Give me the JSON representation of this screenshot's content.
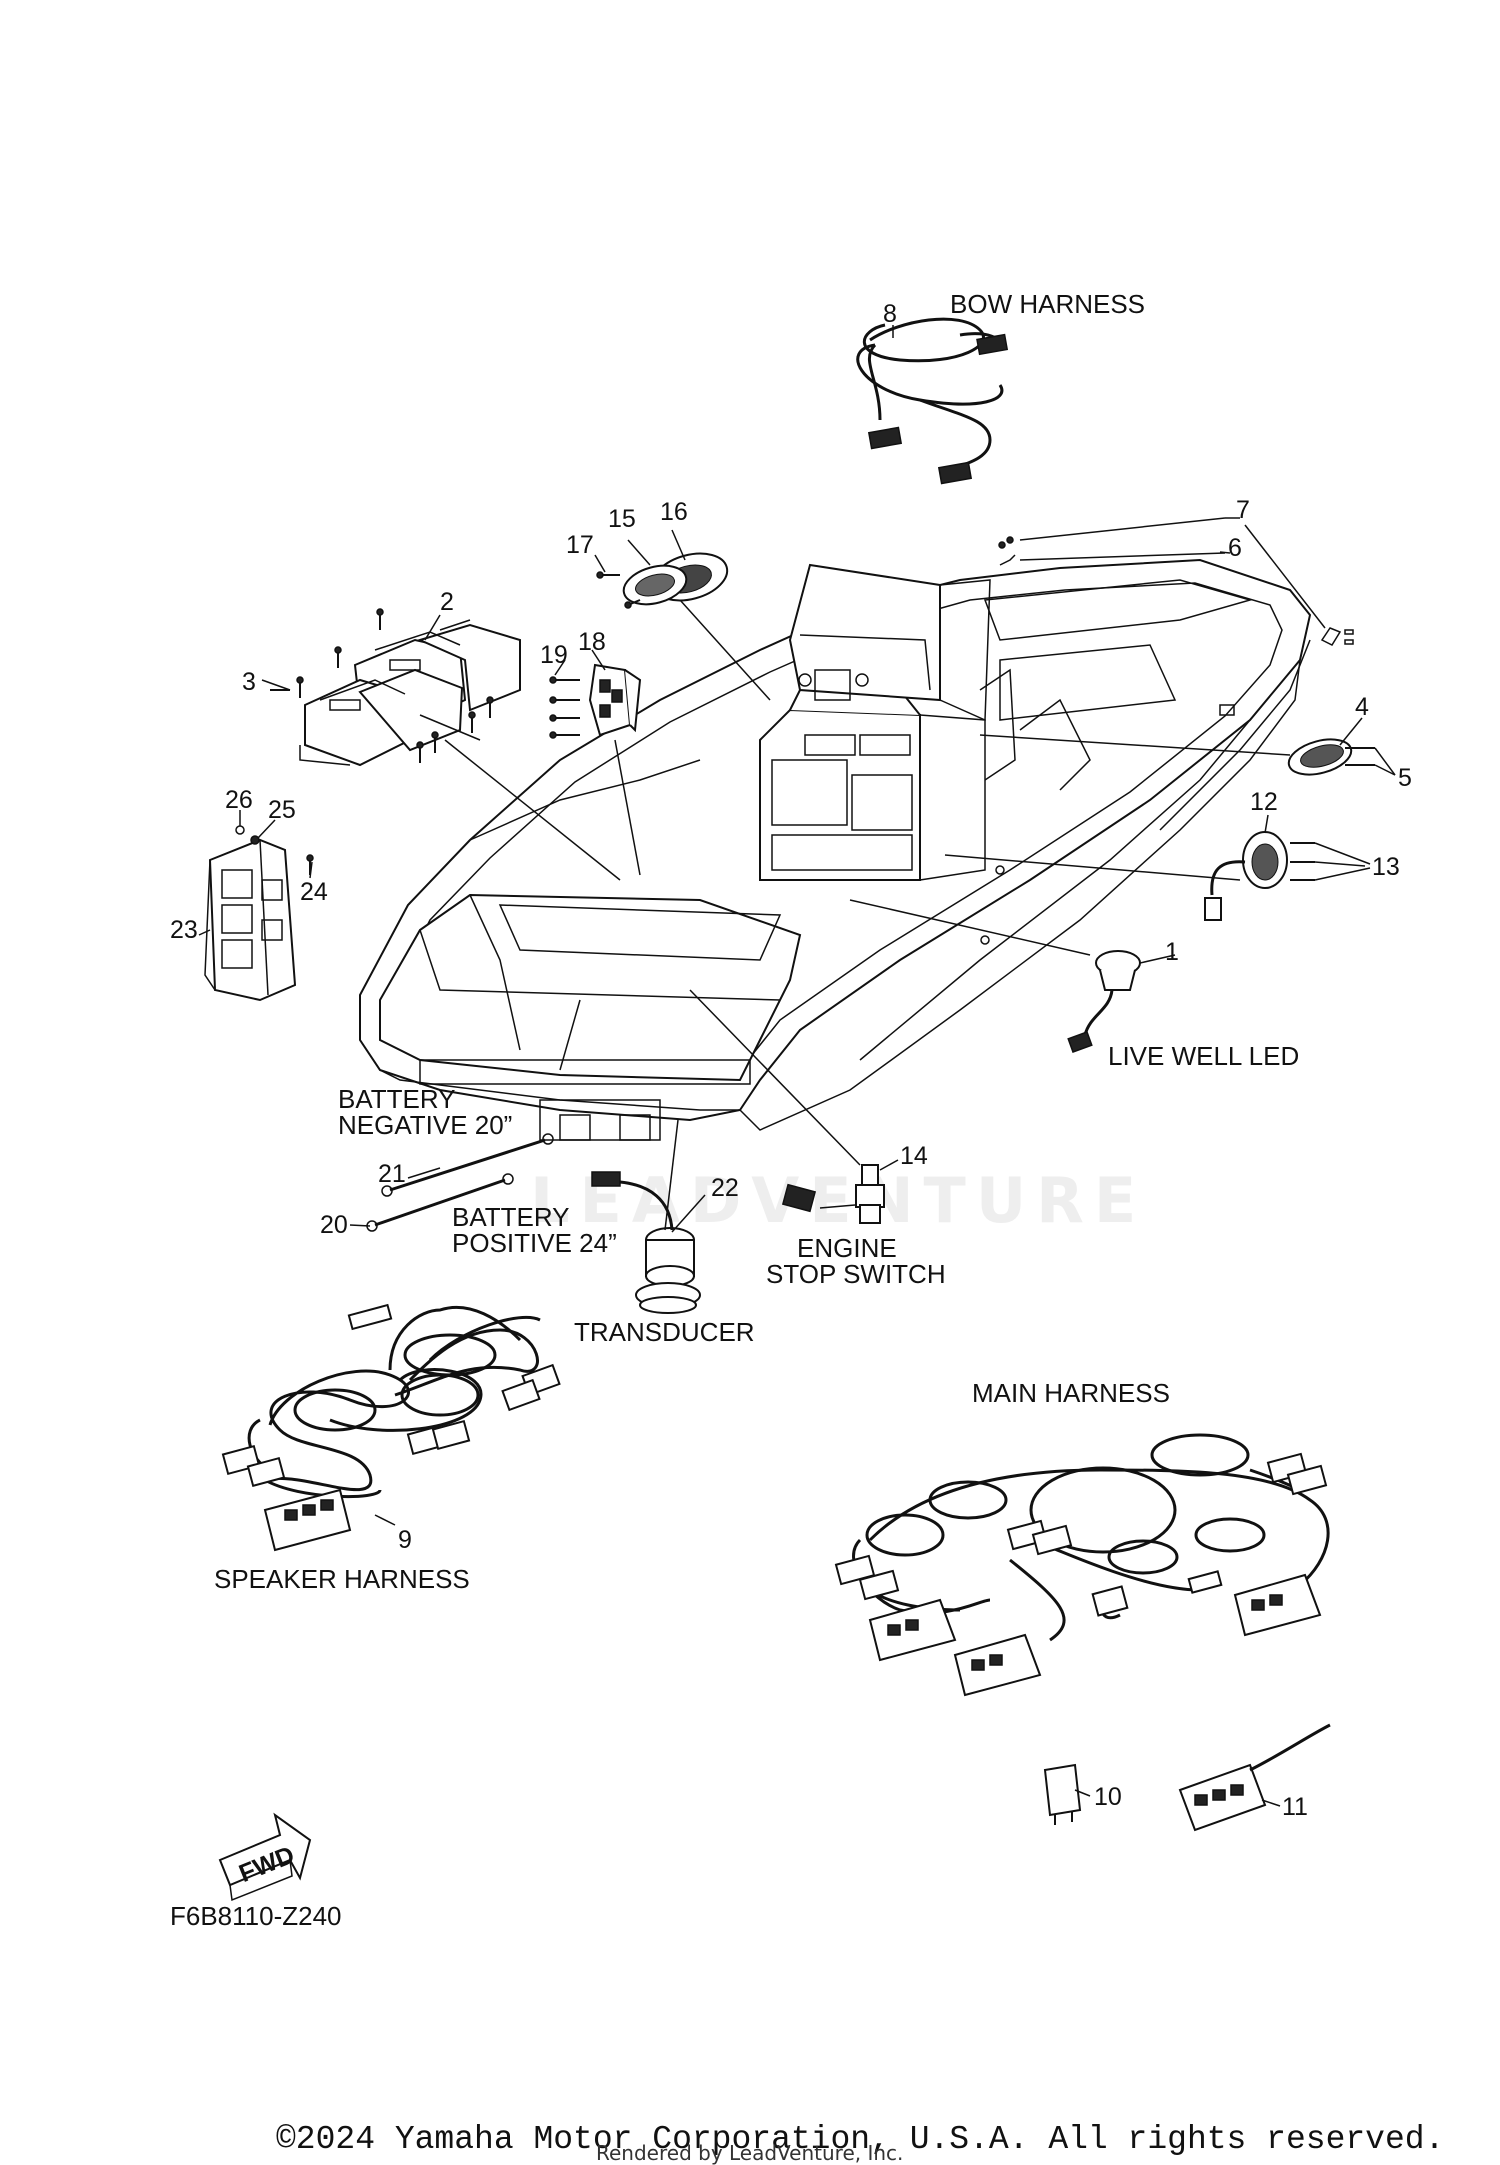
{
  "labels": {
    "bow_harness": "BOW HARNESS",
    "live_well_led": "LIVE WELL LED",
    "battery_negative_l1": "BATTERY",
    "battery_negative_l2": "NEGATIVE 20”",
    "battery_positive_l1": "BATTERY",
    "battery_positive_l2": "POSITIVE 24”",
    "engine_stop_l1": "ENGINE",
    "engine_stop_l2": "STOP SWITCH",
    "transducer": "TRANSDUCER",
    "main_harness": "MAIN HARNESS",
    "speaker_harness": "SPEAKER HARNESS",
    "fwd": "FWD",
    "diagram_code": "F6B8110-Z240"
  },
  "callouts": {
    "c1": "1",
    "c2": "2",
    "c3": "3",
    "c4": "4",
    "c5": "5",
    "c6": "6",
    "c7": "7",
    "c8": "8",
    "c9": "9",
    "c10": "10",
    "c11": "11",
    "c12": "12",
    "c13": "13",
    "c14": "14",
    "c15": "15",
    "c16": "16",
    "c17": "17",
    "c18": "18",
    "c19": "19",
    "c20": "20",
    "c21": "21",
    "c22": "22",
    "c23": "23",
    "c24": "24",
    "c25": "25",
    "c26": "26"
  },
  "footer": {
    "copyright": "©2024 Yamaha Motor Corporation, U.S.A. All rights reserved.",
    "rendered_by": "Rendered by LeadVenture, Inc.",
    "watermark": "LEADVENTURE"
  }
}
